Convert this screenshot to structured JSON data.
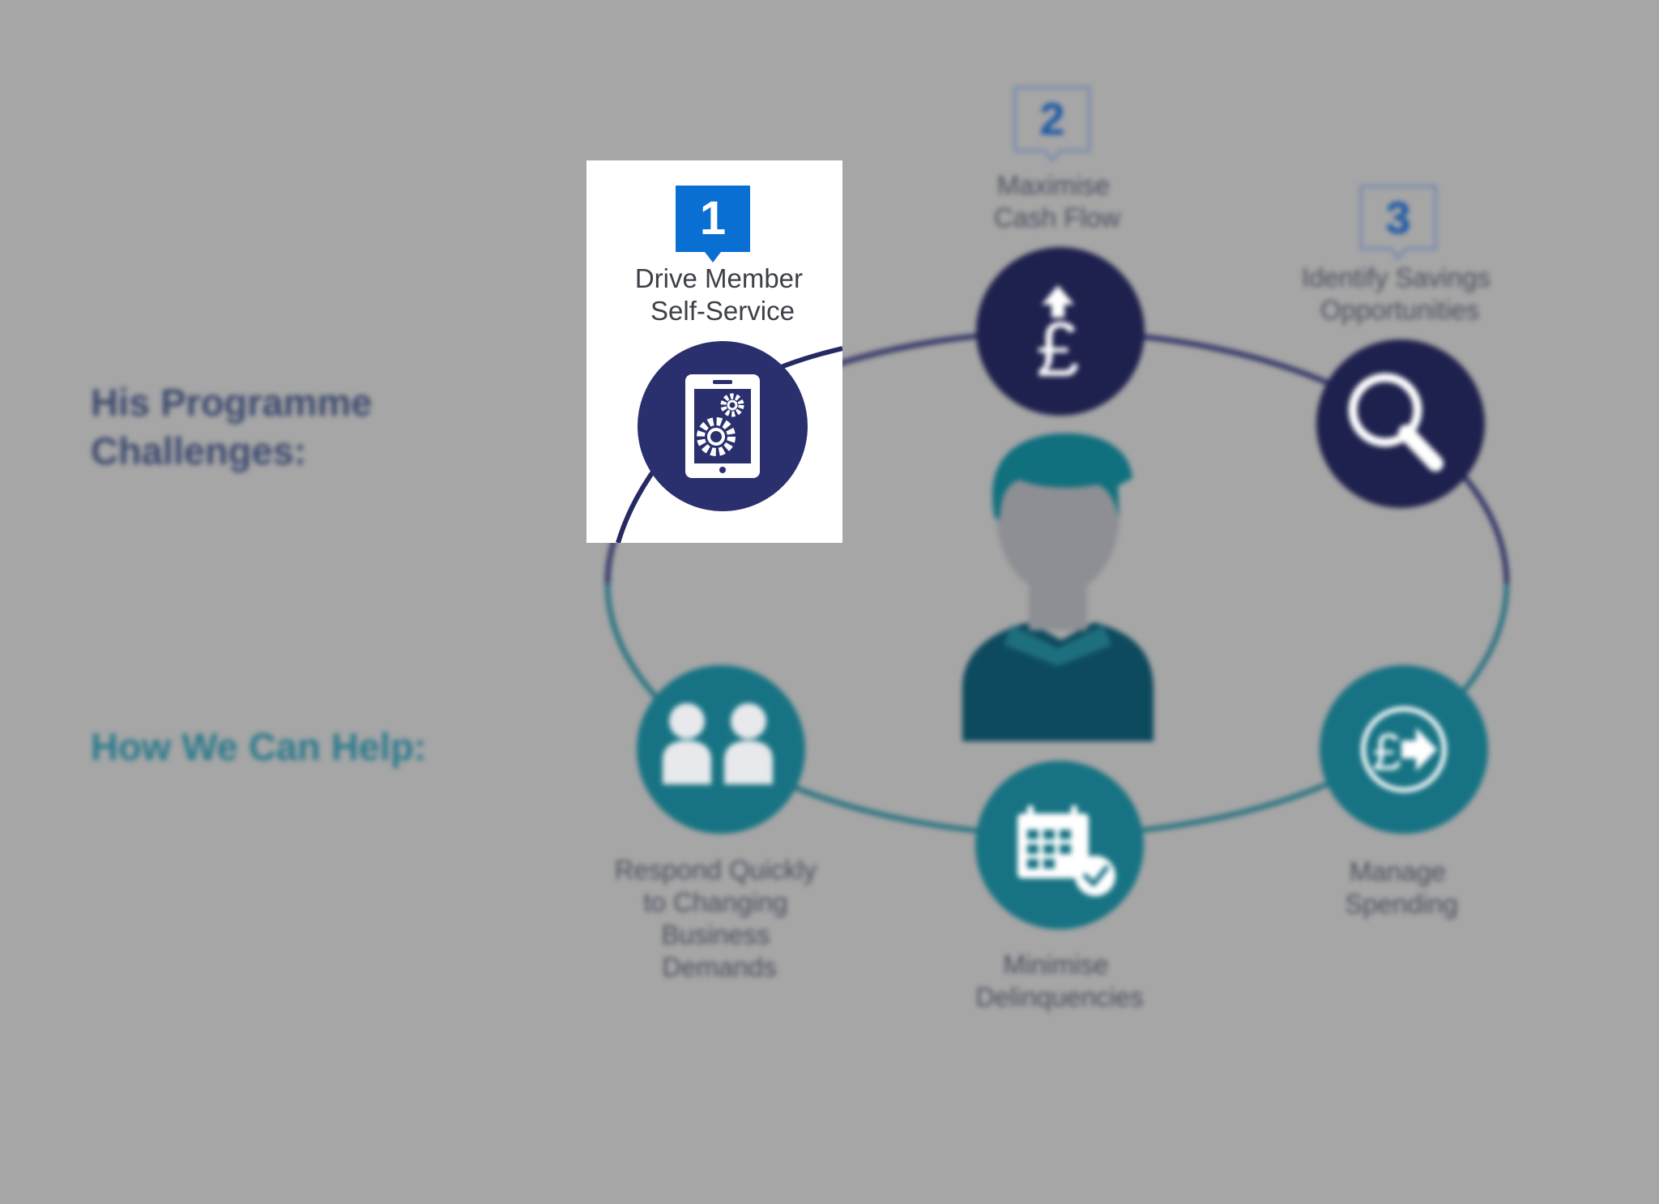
{
  "headings": {
    "challenges": [
      "His Programme",
      "Challenges:"
    ],
    "help": "How We Can Help:"
  },
  "challenges": [
    {
      "number": "1",
      "label": [
        "Drive Member",
        "Self-Service"
      ],
      "icon": "tablet-gears-icon",
      "highlighted": true
    },
    {
      "number": "2",
      "label": [
        "Maximise",
        "Cash Flow"
      ],
      "icon": "pound-up-arrow-icon",
      "highlighted": false
    },
    {
      "number": "3",
      "label": [
        "Identify Savings",
        "Opportunities"
      ],
      "icon": "magnifier-icon",
      "highlighted": false
    }
  ],
  "help_items": [
    {
      "label": [
        "Respond Quickly",
        "to Changing",
        "Business",
        "Demands"
      ],
      "icon": "two-people-icon"
    },
    {
      "label": [
        "Minimise",
        "Delinquencies"
      ],
      "icon": "calendar-check-icon"
    },
    {
      "label": [
        "Manage",
        "Spending"
      ],
      "icon": "pound-arrow-circle-icon"
    }
  ],
  "center_icon": "person-avatar-icon",
  "colors": {
    "background": "#a6a6a6",
    "challenge_navy": "#2a2f6e",
    "dark_navy": "#1e214d",
    "help_teal": "#177383",
    "badge_blue": "#0a6fd2",
    "heading_navy": "#3c4a6e",
    "heading_teal": "#2b7a8c"
  }
}
